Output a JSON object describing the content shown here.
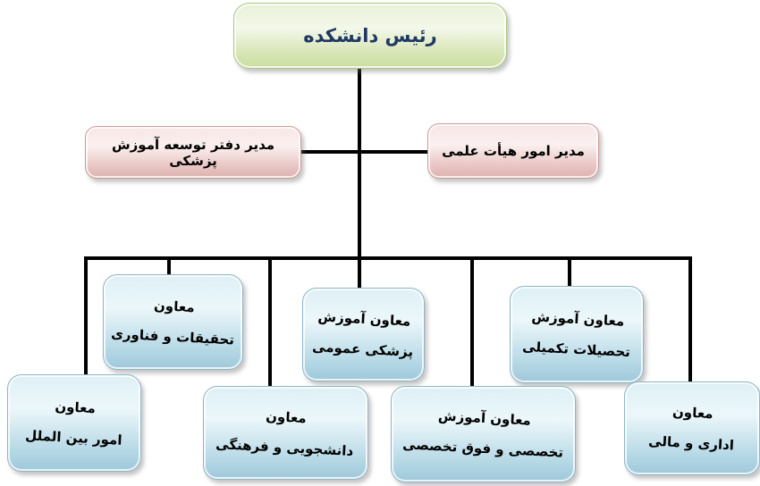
{
  "page": {
    "background": "#ffffff",
    "language": "fa",
    "direction": "rtl"
  },
  "org_chart": {
    "root": {
      "label": "رئیس دانشکده"
    },
    "managers": [
      {
        "label": "مدیر دفتر توسعه آموزش پزشکی"
      },
      {
        "label": "مدیر امور هیأت علمی"
      }
    ],
    "deputies": [
      {
        "line1": "معاون",
        "line2": "تحقیقات و فناوری"
      },
      {
        "line1": "معاون",
        "line2": "امور بین الملل"
      },
      {
        "line1": "معاون آموزش",
        "line2": "پزشکی عمومی"
      },
      {
        "line1": "معاون",
        "line2": "دانشجویی و فرهنگی"
      },
      {
        "line1": "معاون آموزش",
        "line2": "تحصیلات تکمیلی"
      },
      {
        "line1": "معاون آموزش",
        "line2": "تخصصی و فوق تخصصی"
      },
      {
        "line1": "معاون",
        "line2": "اداری و مالی"
      }
    ],
    "colors": {
      "root_fill_top": "#e9f1d9",
      "root_fill_bottom": "#cbdda2",
      "root_border": "#a9c580",
      "manager_fill_top": "#f6e7e6",
      "manager_fill_bottom": "#ddb2b0",
      "manager_border": "#cd9b99",
      "deputy_fill_top": "#def0f5",
      "deputy_fill_bottom": "#9fc8da",
      "deputy_border": "#8fb6c6",
      "connector": "#000000",
      "root_text": "#1f3864",
      "node_text": "#000000"
    }
  }
}
